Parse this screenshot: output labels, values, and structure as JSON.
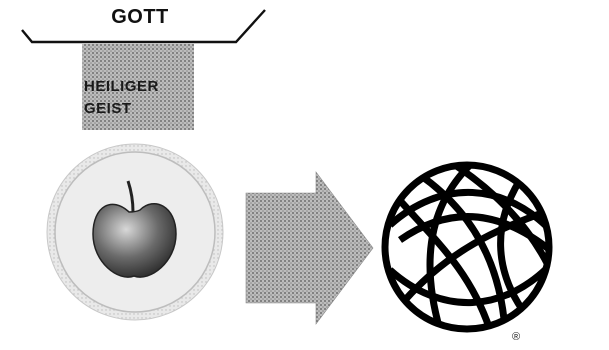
{
  "labels": {
    "top": "GOTT",
    "middle_line1": "HEILIGER",
    "middle_line2": "GEIST",
    "registered_mark": "®"
  },
  "icons": [
    "tray-bracket",
    "apple-plate-icon",
    "arrow-right-icon",
    "globe-logo-icon"
  ],
  "colors": {
    "ink": "#111111",
    "halftone_gray": "#9a9a9a",
    "plate": "#e6e6e6",
    "apple": "#5a5a5a"
  }
}
